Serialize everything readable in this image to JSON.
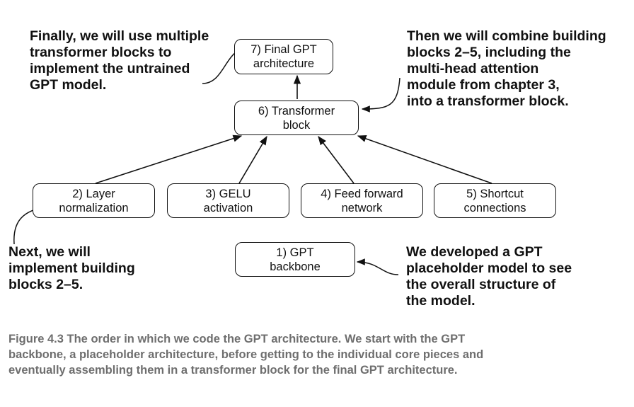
{
  "boxes": {
    "final_gpt": "7) Final GPT\narchitecture",
    "transformer_block": "6) Transformer\nblock",
    "layer_norm": "2) Layer\nnormalization",
    "gelu": "3) GELU\nactivation",
    "feed_forward": "4) Feed forward\nnetwork",
    "shortcut": "5) Shortcut\nconnections",
    "gpt_backbone": "1) GPT\nbackbone"
  },
  "notes": {
    "top_left": "Finally, we will use multiple\ntransformer blocks to\nimplement the untrained\nGPT model.",
    "top_right": "Then we will combine building\nblocks 2–5, including the\nmulti-head attention\nmodule from chapter 3,\ninto a transformer block.",
    "bottom_left": "Next, we will\nimplement building\nblocks 2–5.",
    "bottom_right": "We developed a GPT\nplaceholder model to see\nthe overall structure of\nthe model."
  },
  "caption": "Figure 4.3   The order in which we code the GPT architecture. We start with the GPT\nbackbone, a placeholder architecture, before getting to the individual core pieces and\neventually assembling them in a transformer block for the final GPT architecture."
}
